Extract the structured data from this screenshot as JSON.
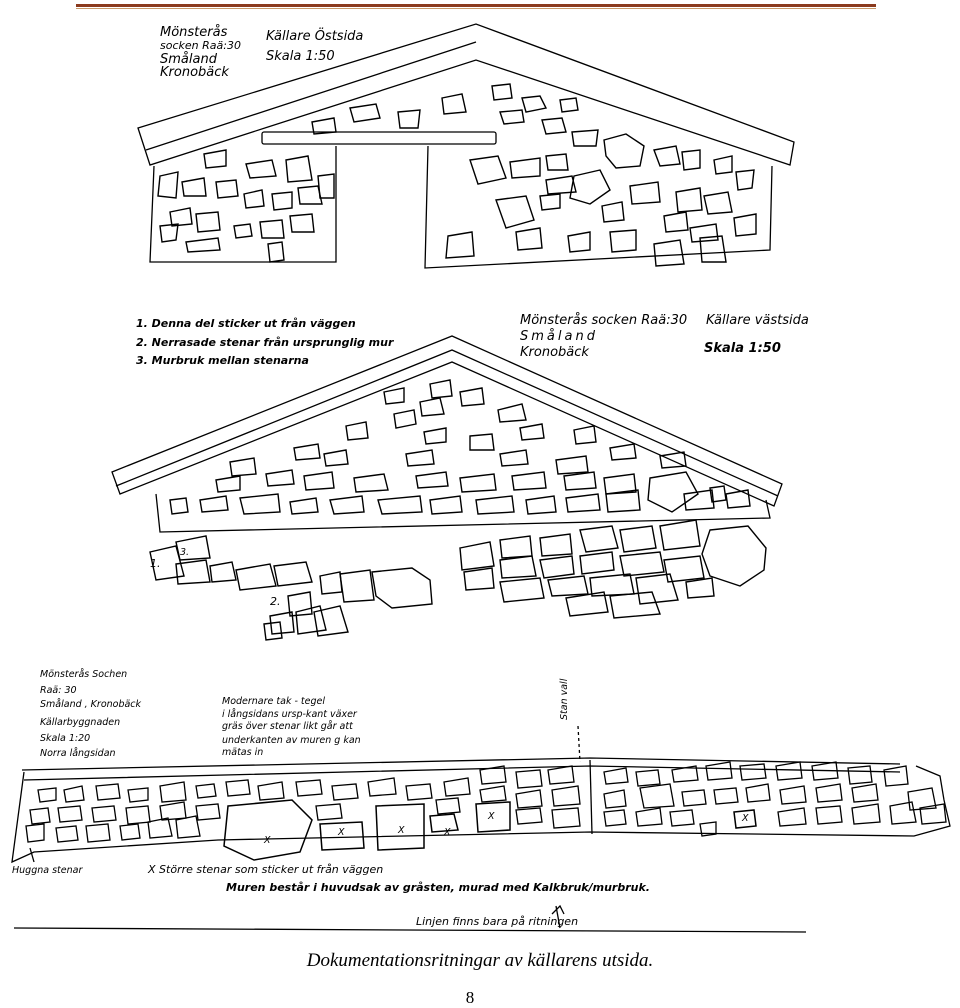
{
  "drawing_east": {
    "note_lines": [
      "Mönsterås",
      "socken Raä:30",
      "Småland",
      "Kronobäck"
    ],
    "title": "Källare Östsida",
    "scale": "Skala 1:50"
  },
  "drawing_west": {
    "legend": [
      "1. Denna del sticker ut från väggen",
      "2. Nerrasade stenar från ursprunglig mur",
      "3. Murbruk mellan stenarna"
    ],
    "note_lines": [
      "Mönsterås socken Raä:30",
      "Småland",
      "Kronobäck"
    ],
    "title": "Källare västsida",
    "scale": "Skala 1:50",
    "markers": [
      "1.",
      "2.",
      "3."
    ]
  },
  "drawing_north": {
    "note_lines": [
      "Mönsterås Sochen",
      "Raä: 30",
      "Småland , Kronobäck",
      "Källarbyggnaden",
      "Skala 1:20",
      "Norra långsidan"
    ],
    "roof_note": [
      "Modernare tak - tegel",
      "i långsidans ursp-kant växer",
      "gräs över stenar likt går att",
      "underkanten av muren g kan",
      "mätas in"
    ],
    "vertical_note": "Stan vall",
    "huggna": "Huggna stenar",
    "bigger_stones": "X Större stenar som sticker ut från väggen",
    "mortar": "Muren består i huvudsak av gråsten, murad med Kalkbruk/murbruk.",
    "line_note": "Linjen finns bara på ritningen",
    "x_mark": "X"
  },
  "caption": "Dokumentationsritningar av källarens utsida.",
  "page_number": "8"
}
